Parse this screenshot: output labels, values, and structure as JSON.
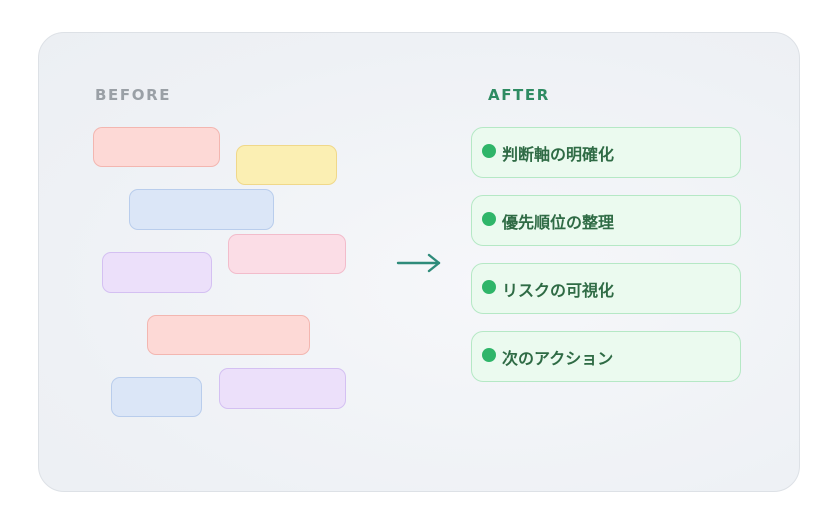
{
  "before_label": "BEFORE",
  "after_label": "AFTER",
  "colors": {
    "before_label": "#9aa0a6",
    "after_label": "#2e8b62",
    "arrow": "#2e8b7a",
    "pill_fill": "#ebfaef",
    "pill_border": "#b5e8c5",
    "dot": "#2fb569",
    "pill_text": "#2f6b45"
  },
  "before_blocks": [
    {
      "color": "red"
    },
    {
      "color": "yellow"
    },
    {
      "color": "blue"
    },
    {
      "color": "pink"
    },
    {
      "color": "purple"
    },
    {
      "color": "red"
    },
    {
      "color": "blue"
    },
    {
      "color": "purple"
    }
  ],
  "after_items": [
    {
      "label": "判断軸の明確化"
    },
    {
      "label": "優先順位の整理"
    },
    {
      "label": "リスクの可視化"
    },
    {
      "label": "次のアクション"
    }
  ],
  "icons": {
    "transition": "arrow-right-icon",
    "bullet": "dot-icon"
  }
}
